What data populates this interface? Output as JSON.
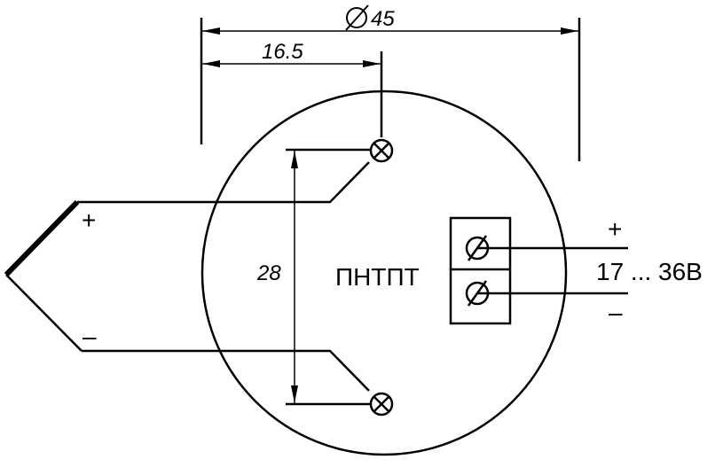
{
  "dimensions": {
    "diameter_label": "45",
    "offset_label": "16.5",
    "spacing_label": "28"
  },
  "device": {
    "label": "ПНТПТ"
  },
  "thermocouple": {
    "plus": "+",
    "minus": "–"
  },
  "power": {
    "plus": "+",
    "minus": "–",
    "voltage": "17 ... 36В"
  },
  "colors": {
    "line": "#000000",
    "background": "#ffffff"
  }
}
